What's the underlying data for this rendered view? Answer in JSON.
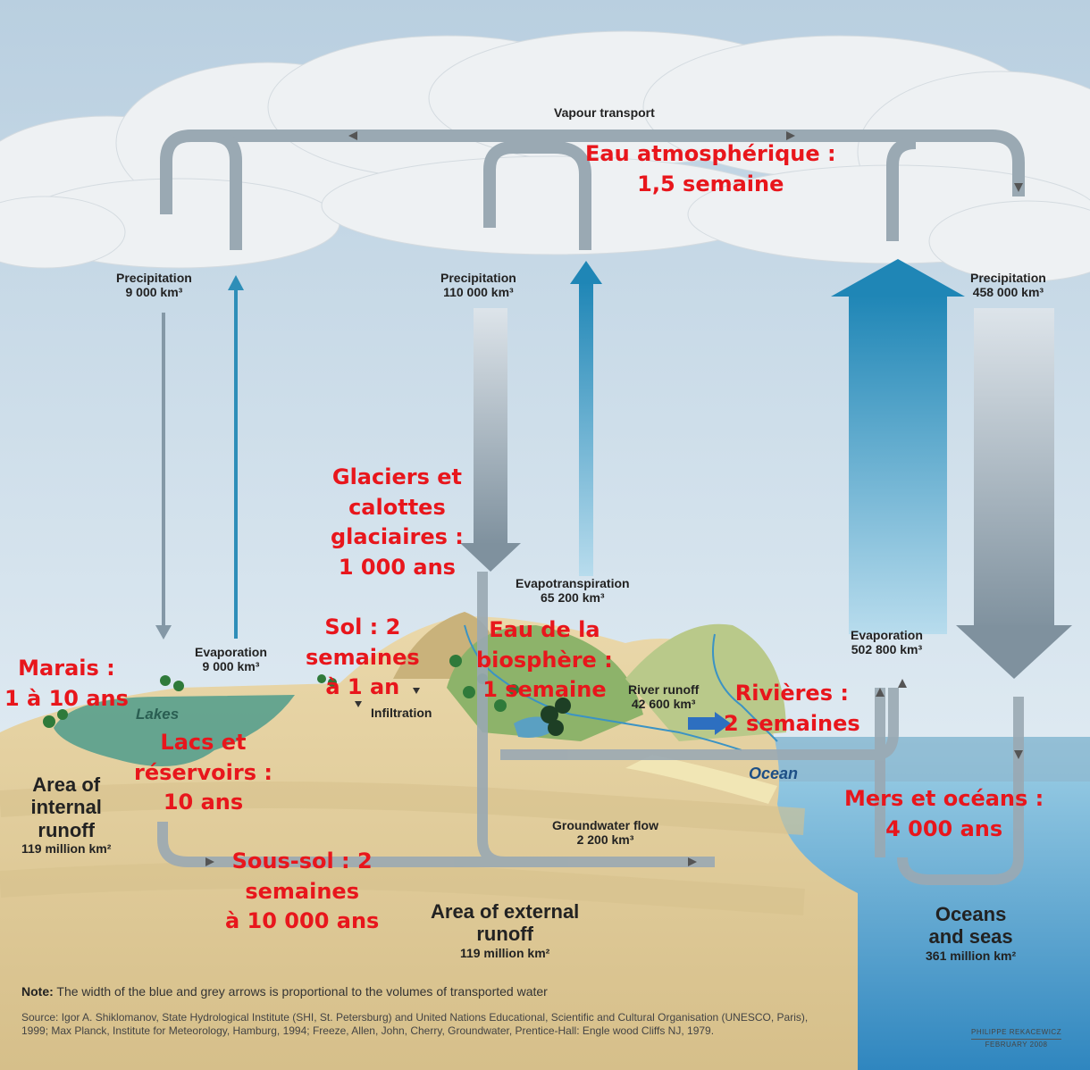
{
  "labels": {
    "vapour_transport": "Vapour transport",
    "precip_left": {
      "title": "Precipitation",
      "value": "9 000 km³"
    },
    "precip_mid": {
      "title": "Precipitation",
      "value": "110 000 km³"
    },
    "precip_right": {
      "title": "Precipitation",
      "value": "458 000 km³"
    },
    "evap_left": {
      "title": "Evaporation",
      "value": "9 000 km³"
    },
    "evapotranspiration": {
      "title": "Evapotranspiration",
      "value": "65 200 km³"
    },
    "evap_right": {
      "title": "Evaporation",
      "value": "502 800 km³"
    },
    "river_runoff": {
      "title": "River runoff",
      "value": "42 600 km³"
    },
    "groundwater_flow": {
      "title": "Groundwater flow",
      "value": "2 200 km³"
    },
    "infiltration": "Infiltration",
    "lakes": "Lakes",
    "ocean": "Ocean",
    "internal_runoff": {
      "l1": "Area of",
      "l2": "internal",
      "l3": "runoff",
      "value": "119 million km²"
    },
    "external_runoff": {
      "l1": "Area of external",
      "l2": "runoff",
      "value": "119 million km²"
    },
    "oceans_seas": {
      "l1": "Oceans",
      "l2": "and seas",
      "value": "361 million km²"
    }
  },
  "residence_times": {
    "atmosphere": [
      "Eau atmosphérique :",
      "1,5 semaine"
    ],
    "glaciers": [
      "Glaciers et",
      "calottes",
      "glaciaires :",
      "1 000 ans"
    ],
    "soil": [
      "Sol : 2",
      "semaines",
      "à 1 an"
    ],
    "biosphere": [
      "Eau de la",
      "biosphère :",
      "1 semaine"
    ],
    "marshes": [
      "Marais :",
      "1 à 10 ans"
    ],
    "lakes_reservoirs": [
      "Lacs et",
      "réservoirs :",
      "10 ans"
    ],
    "rivers": [
      "Rivières :",
      "2 semaines"
    ],
    "seas_oceans": [
      "Mers et océans :",
      "4 000 ans"
    ],
    "subsoil": [
      "Sous-sol : 2",
      "semaines",
      "à 10 000 ans"
    ]
  },
  "footer": {
    "note_label": "Note:",
    "note_text": "The width of the blue and grey arrows is proportional to the volumes of transported water",
    "source": "Source: Igor A. Shiklomanov, State Hydrological Institute (SHI, St. Petersburg) and United Nations Educational, Scientific and Cultural Organisation (UNESCO, Paris), 1999; Max Planck, Institute for Meteorology, Hamburg, 1994; Freeze, Allen, John, Cherry, Groundwater, Prentice-Hall: Engle wood Cliffs NJ, 1979.",
    "credit_name": "PHILIPPE REKACEWICZ",
    "credit_date": "FEBRUARY 2008"
  },
  "colors": {
    "sky_top": "#c9dbe8",
    "sky_bottom": "#e9f2f7",
    "cloud": "#eef1f3",
    "land": "#e3cf9f",
    "ocean": "#4f9cc8",
    "grey_arrow": "#9aa9b3",
    "blue_arrow": "#2e8eb8",
    "red_text": "#e8161c"
  }
}
